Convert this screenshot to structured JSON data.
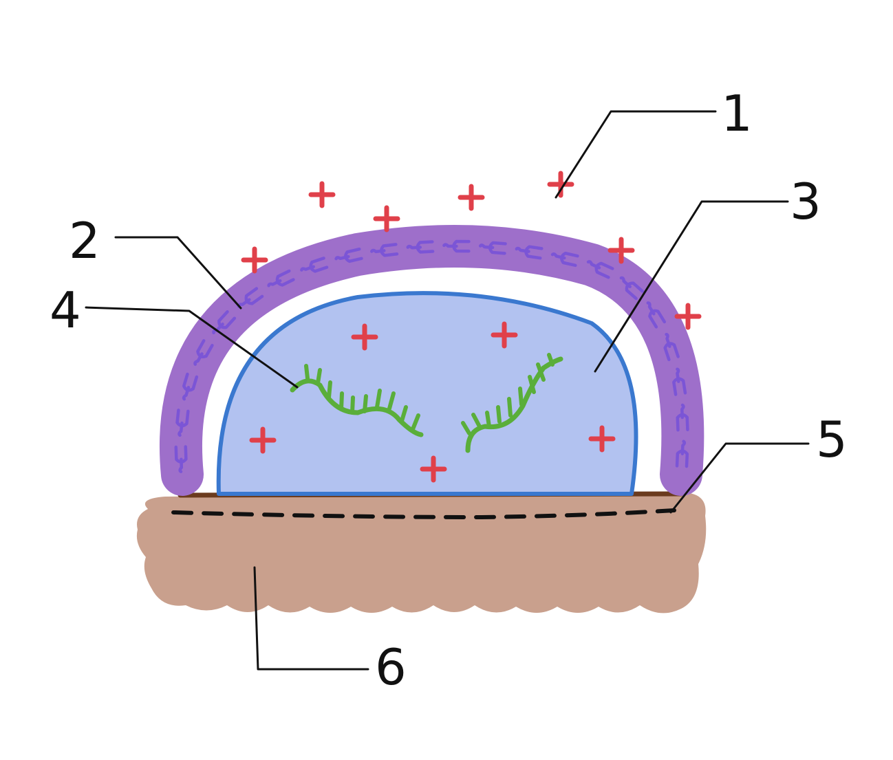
{
  "diagram": {
    "labels": [
      {
        "id": "1",
        "text": "1"
      },
      {
        "id": "2",
        "text": "2"
      },
      {
        "id": "3",
        "text": "3"
      },
      {
        "id": "4",
        "text": "4"
      },
      {
        "id": "5",
        "text": "5"
      },
      {
        "id": "6",
        "text": "6"
      }
    ],
    "colors": {
      "outer_layer": "#9e6fca",
      "outer_layer_glyphs": "#7b55d6",
      "cell_body": "#b2c2f0",
      "cell_outline": "#3a78cf",
      "strand": "#5aae3a",
      "charge": "#e0404a",
      "base_surface": "#c9a08d",
      "base_line": "#6b3b1e",
      "leader_lines": "#111111"
    },
    "icons": {
      "charge": "plus-sign-icon",
      "strand": "branched-strand-icon"
    }
  }
}
